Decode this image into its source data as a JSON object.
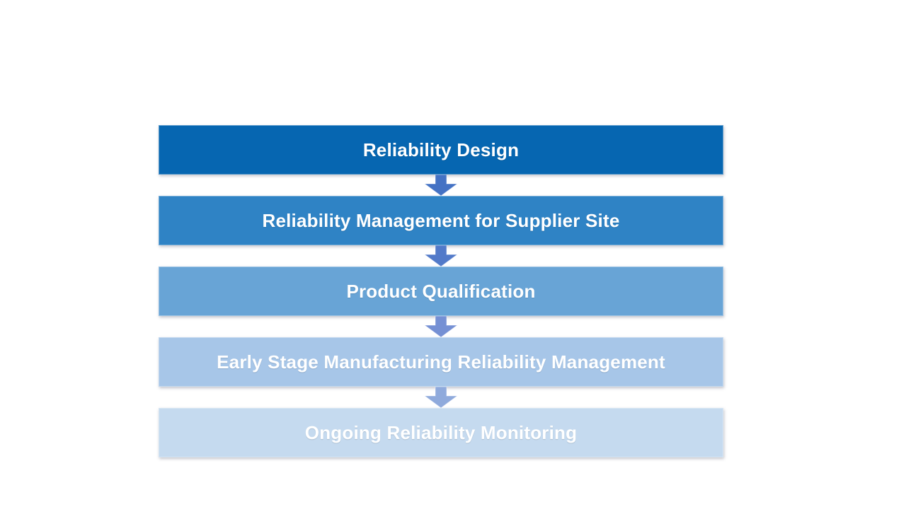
{
  "diagram": {
    "type": "vertical-process-flow",
    "background_color": "#FFFFFF",
    "text_color": "#FFFFFF",
    "steps": [
      {
        "label": "Reliability Design",
        "color": "#0666B1"
      },
      {
        "label": "Reliability Management for Supplier Site",
        "color": "#2F83C5"
      },
      {
        "label": "Product Qualification",
        "color": "#68A4D6"
      },
      {
        "label": "Early Stage Manufacturing Reliability Management",
        "color": "#A7C6E8"
      },
      {
        "label": "Ongoing Reliability Monitoring",
        "color": "#C5DAEF"
      }
    ],
    "arrows": [
      {
        "direction": "down",
        "color": "#4472C4"
      },
      {
        "direction": "down",
        "color": "#527AC9"
      },
      {
        "direction": "down",
        "color": "#7590D4"
      },
      {
        "direction": "down",
        "color": "#8FAADC"
      }
    ]
  }
}
